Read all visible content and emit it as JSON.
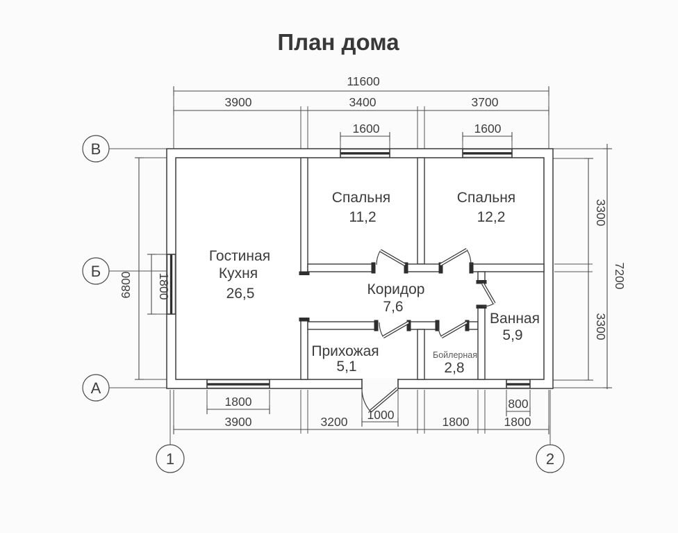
{
  "title": "План дома",
  "axes": {
    "rows": [
      "В",
      "Б",
      "А"
    ],
    "cols": [
      "1",
      "2"
    ]
  },
  "rooms": {
    "living": {
      "line1": "Гостиная",
      "line2": "Кухня",
      "area": "26,5"
    },
    "bedroom1": {
      "name": "Спальня",
      "area": "11,2"
    },
    "bedroom2": {
      "name": "Спальня",
      "area": "12,2"
    },
    "corridor": {
      "name": "Коридор",
      "area": "7,6"
    },
    "hallway": {
      "name": "Прихожая",
      "area": "5,1"
    },
    "boiler": {
      "name": "Бойлерная",
      "area": "2,8"
    },
    "bathroom": {
      "name": "Ванная",
      "area": "5,9"
    }
  },
  "dims": {
    "top": {
      "overall": "11600",
      "segments": [
        "3900",
        "3400",
        "3700"
      ],
      "windows": [
        "1600",
        "1600"
      ]
    },
    "bottom": {
      "segments": [
        "3900",
        "3200",
        "1800",
        "1800"
      ],
      "door": "1000",
      "windows": [
        "1800",
        "800"
      ]
    },
    "left": {
      "overall": "6800",
      "window": "1800"
    },
    "right": {
      "overall": "7200",
      "segments": [
        "3300",
        "3300"
      ]
    }
  },
  "colors": {
    "line": "#3a3a3a",
    "dim": "#4a4a4a",
    "text": "#3b3b3b",
    "bg": "#fbfbfb"
  }
}
